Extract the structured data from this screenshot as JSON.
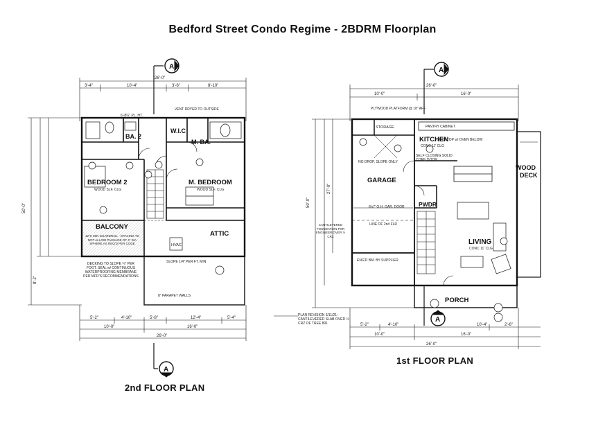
{
  "title": "Bedford Street Condo Regime - 2BDRM Floorplan",
  "section_marker": "A",
  "plans": {
    "second": {
      "label": "2nd FLOOR PLAN",
      "rooms": {
        "bedroom2": "BEDROOM 2",
        "bedroom2_sub": "WOOD SLF. CLG",
        "ba2": "BA. 2",
        "wic": "W.I.C",
        "mba": "M. BA.",
        "mbedroom": "M. BEDROOM",
        "mbedroom_sub": "WOOD SLF. CLG",
        "balcony": "BALCONY",
        "attic": "ATTIC",
        "hvac": "HVAC"
      },
      "notes": {
        "vent": "VENT DRYER TO OUTSIDE",
        "plate": "6'-8¼\" PL. HT.",
        "parapet": "8\" PARAPET WALLS",
        "slope": "SLOPE 1/4\" PER FT. MIN",
        "deck": "DECKING TO SLOPE ¼\" PER FOOT. SEAL w/ CONTINUOUS WATERPROOFING MEMBRANE PER MFR'S RECOMMENDATIONS",
        "guard": "42\"H MIN GUARDRAIL - SPACING TO NOT ALLOW PASSAGE OF 4\" DIA SPHERE AS REQ'D PER CODE",
        "revision": "PLAN REVISION 3/11/21: CANTILEVERED SLAB OVER ½ CRZ OF TREE 891"
      },
      "dims_top": [
        "26'-0\"",
        "3'-4\"",
        "10'-4\"",
        "3'-6\"",
        "8'-10\""
      ],
      "dims_bottom": [
        "5'-2\"",
        "4'-10\"",
        "5'-8\"",
        "12'-4\"",
        "5'-4\"",
        "10'-0\"",
        "16'-0\"",
        "26'-0\""
      ],
      "dims_left": [
        "50'-0\"",
        "8'-2\""
      ]
    },
    "first": {
      "label": "1st FLOOR PLAN",
      "rooms": {
        "storage": "STORAGE",
        "pantry": "PANTRY CABINET",
        "kitchen": "KITCHEN",
        "kitchen_sub": "CONC 11' CLG",
        "garage": "GARAGE",
        "wood_deck": "WOOD DECK",
        "pwdr": "PWDR",
        "living": "LIVING",
        "living_sub": "CONC 11' CLG",
        "porch": "PORCH"
      },
      "notes": {
        "platform": "PLYWOOD PLATFORM @ 18\" AFF",
        "cooktop": "COOKTOP w/ OVEN BELOW",
        "door": "8'x7' O.H. GAR. DOOR",
        "line": "LINE OF 2nd FLR",
        "cantilever": "CANTILEVERED FOUNDATION FOR ENGINEER OVER ½ CRZ",
        "nodrop": "NO DROP, SLOPE ONLY",
        "selfclose": "SELF CLOSING SOLID CORE DOOR",
        "engineer": "ENG'D BM. BY SUPPLIER"
      },
      "dims_top": [
        "26'-0\"",
        "10'-0\"",
        "16'-0\""
      ],
      "dims_bottom": [
        "5'-2\"",
        "4'-10\"",
        "10'-4\"",
        "2'-6\"",
        "10'-0\"",
        "16'-0\"",
        "26'-0\""
      ],
      "dims_left": [
        "50'-0\"",
        "27'-0\""
      ]
    }
  }
}
